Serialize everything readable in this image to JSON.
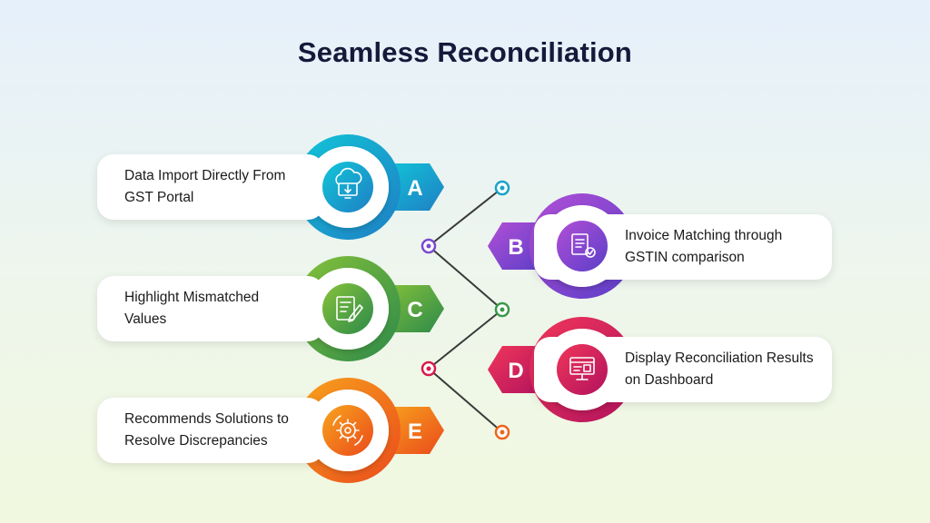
{
  "title": "Seamless Reconciliation",
  "steps": [
    {
      "letter": "A",
      "text": "Data Import Directly From GST Portal",
      "icon": "cloud-download-monitor-icon",
      "side": "left",
      "color": "#18a3c9"
    },
    {
      "letter": "B",
      "text": "Invoice Matching through GSTIN comparison",
      "icon": "document-check-icon",
      "side": "right",
      "color": "#7a4ad0"
    },
    {
      "letter": "C",
      "text": "Highlight Mismatched Values",
      "icon": "edit-document-icon",
      "side": "left",
      "color": "#3b9a4a"
    },
    {
      "letter": "D",
      "text": "Display Reconciliation Results on Dashboard",
      "icon": "dashboard-monitor-icon",
      "side": "right",
      "color": "#d81b4c"
    },
    {
      "letter": "E",
      "text": "Recommends Solutions to Resolve Discrepancies",
      "icon": "gear-solution-icon",
      "side": "left",
      "color": "#f0641e"
    }
  ]
}
